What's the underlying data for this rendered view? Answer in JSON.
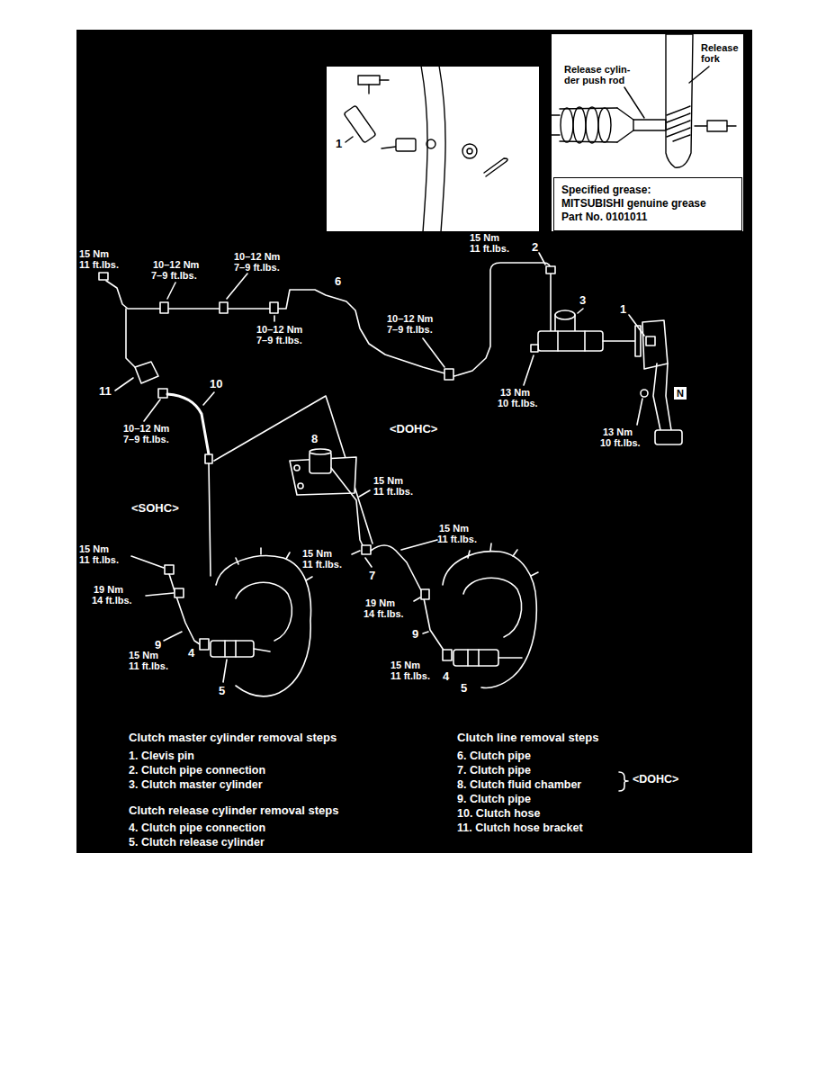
{
  "diagram": {
    "nodes": [
      {
        "text": [
          "1"
        ]
      },
      {
        "text": [
          "Release fork",
          "Release cylin- der push rod"
        ]
      },
      {
        "text": [
          "Specified grease: MITSUBISHI genuine grease Part No. 0101011"
        ],
        "in": 1
      },
      {
        "text": [
          "N"
        ]
      }
    ],
    "labels": [
      "15 Nm",
      "11 ft.lbs.",
      "10–12 Nm",
      "7–9 ft.lbs.",
      "10–12 Nm",
      "7–9 ft.lbs.",
      "15 Nm",
      "11 ft.lbs.",
      "2",
      "6",
      "10–12 Nm",
      "7–9 ft.lbs.",
      "10–12 Nm",
      "7–9 ft.lbs.",
      "3",
      "1",
      "13 Nm",
      "10 ft.lbs.",
      "13 Nm",
      "10 ft.lbs.",
      "11",
      "10",
      "10–12 Nm",
      "7–9 ft.lbs.",
      "<DOHC>",
      "8",
      "15 Nm",
      "11 ft.lbs.",
      "<SOHC>",
      "15 Nm",
      "11 ft.lbs.",
      "15 Nm",
      "11 ft.lbs.",
      "15 Nm",
      "11 ft.lbs.",
      "7",
      "19 Nm",
      "14 ft.lbs.",
      "19 Nm",
      "14 ft.lbs.",
      "9",
      "9",
      "15 Nm",
      "11 ft.lbs.",
      "4",
      "15 Nm",
      "11 ft.lbs.",
      "4",
      "5",
      "5",
      "Clutch master cylinder removal steps",
      "1. Clevis pin",
      "2. Clutch pipe connection",
      "3. Clutch master cylinder",
      "Clutch release cylinder removal steps",
      "4. Clutch pipe connection",
      "5. Clutch release cylinder",
      "Clutch line removal steps",
      "6. Clutch pipe",
      "7. Clutch pipe",
      "8. Clutch fluid chamber",
      "9. Clutch pipe",
      "10. Clutch hose",
      "11. Clutch hose bracket",
      "<DOHC>"
    ]
  }
}
